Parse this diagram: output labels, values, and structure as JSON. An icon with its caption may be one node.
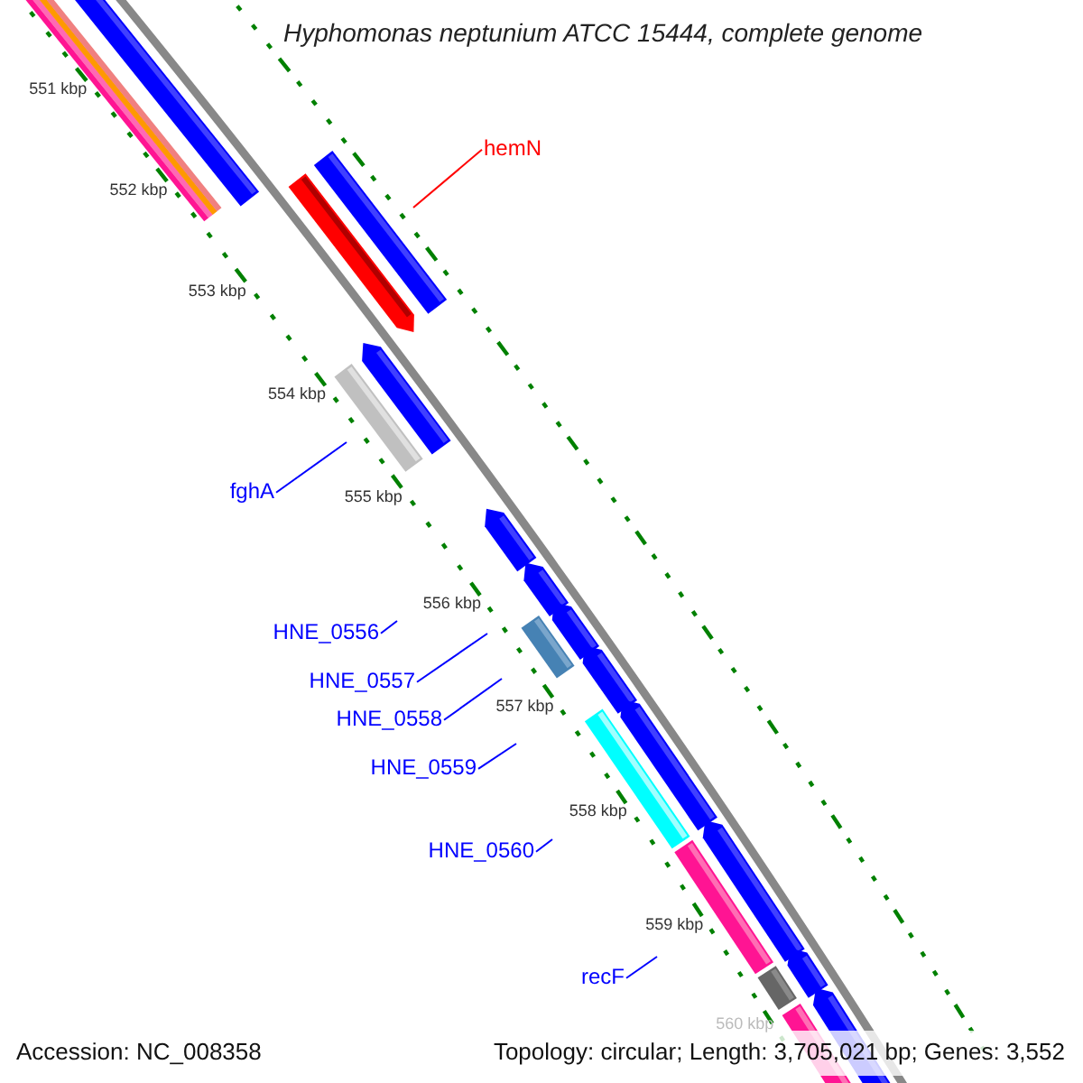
{
  "diagram": {
    "title": "Hyphomonas neptunium ATCC 15444, complete genome",
    "nodes": [
      {
        "text": [
          "hemN"
        ]
      },
      {
        "text": [
          "fghA"
        ]
      },
      {
        "text": [
          "HNE_0556"
        ]
      },
      {
        "text": [
          "HNE_0557"
        ]
      },
      {
        "text": [
          "HNE_0558"
        ]
      },
      {
        "text": [
          "HNE_0559"
        ]
      },
      {
        "text": [
          "HNE_0560"
        ]
      },
      {
        "text": [
          "recF"
        ]
      }
    ],
    "edges": [
      {
        "from": 0,
        "to": null,
        "arrow": "none",
        "color": "#ff0000"
      },
      {
        "from": 1,
        "to": null,
        "arrow": "none"
      },
      {
        "from": 2,
        "to": null,
        "arrow": "none"
      },
      {
        "from": 3,
        "to": null,
        "arrow": "none"
      },
      {
        "from": 4,
        "to": null,
        "arrow": "none"
      },
      {
        "from": 5,
        "to": null,
        "arrow": "none"
      },
      {
        "from": 6,
        "to": null,
        "arrow": "none"
      },
      {
        "from": 7,
        "to": null,
        "arrow": "none"
      }
    ],
    "labels": [
      "551 kbp",
      "552 kbp",
      "553 kbp",
      "554 kbp",
      "555 kbp",
      "556 kbp",
      "557 kbp",
      "558 kbp",
      "559 kbp",
      "560 kbp",
      "Accession: NC_008358",
      "Topology: circular; Length: 3,705,021 bp; Genes: 3,552"
    ]
  }
}
